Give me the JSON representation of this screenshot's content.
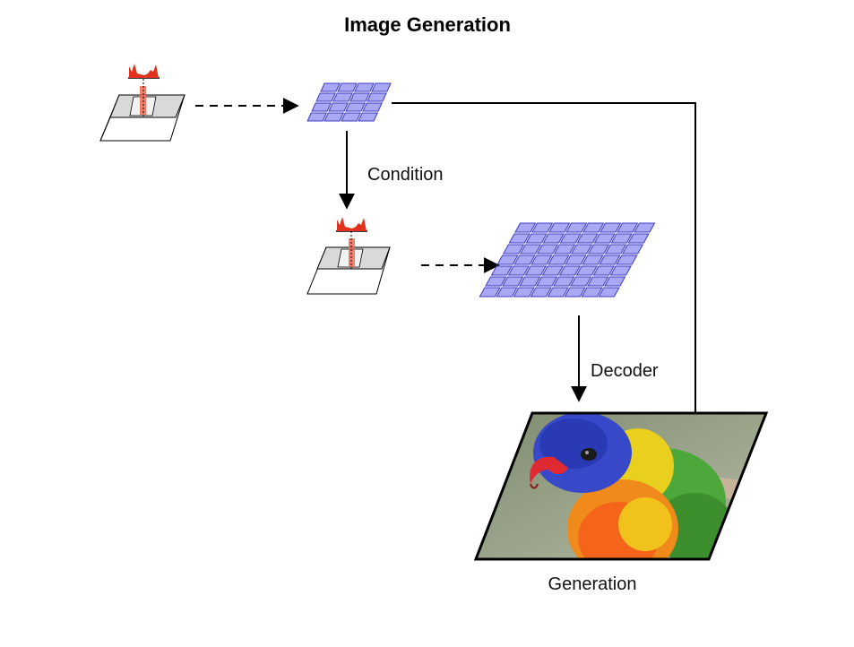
{
  "title": "Image Generation",
  "labels": {
    "condition": "Condition",
    "decoder": "Decoder",
    "generation": "Generation"
  },
  "colors": {
    "token_fill": "#a8a8f4",
    "token_stroke": "#3c3cc0",
    "histogram": "#e0321e",
    "patch_fill": "#d9d9d9",
    "arrow": "#000000"
  },
  "icons": {
    "stage1": "histogram-patch-icon",
    "stage2": "histogram-patch-icon",
    "output": "parrot-image"
  },
  "token_grids": {
    "small": {
      "rows": 4,
      "cols": 4
    },
    "large": {
      "rows": 7,
      "cols": 8
    }
  }
}
